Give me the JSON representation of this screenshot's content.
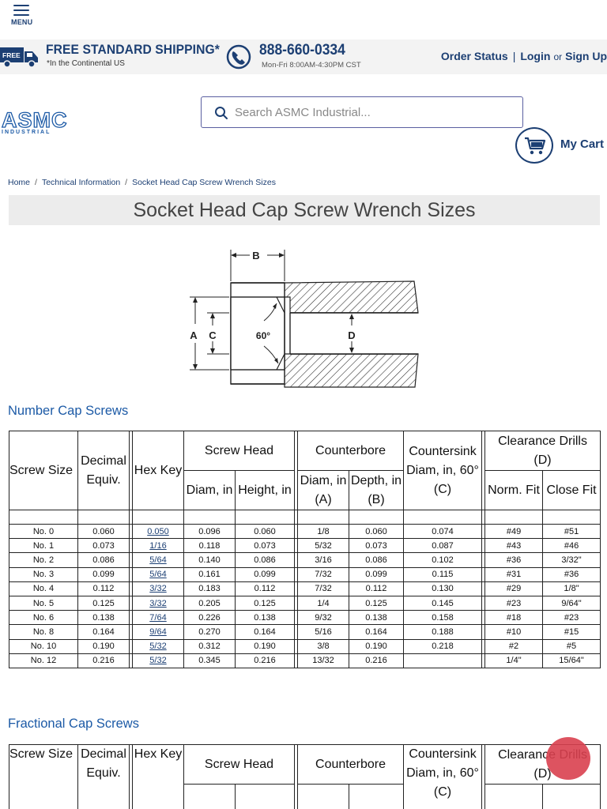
{
  "menu": {
    "label": "MENU"
  },
  "shipping": {
    "badge": "FREE",
    "title": "FREE STANDARD SHIPPING*",
    "subtitle": "*In the Continental US"
  },
  "phone": {
    "number": "888-660-0334",
    "hours": "Mon-Fri 8:00AM-4:30PM CST"
  },
  "toplinks": {
    "order_status": "Order Status",
    "separator": "|",
    "login": "Login",
    "or": "or",
    "signup": "Sign Up"
  },
  "logo": {
    "line1": "ASMC",
    "line2": "INDUSTRIAL"
  },
  "search": {
    "placeholder": "Search ASMC Industrial...",
    "value": ""
  },
  "cart": {
    "label": "My Cart"
  },
  "breadcrumb": [
    {
      "label": "Home"
    },
    {
      "label": "Technical Information"
    },
    {
      "label": "Socket Head Cap Screw Wrench Sizes"
    }
  ],
  "breadcrumb_separator": "/",
  "page_title": "Socket Head Cap Screw Wrench Sizes",
  "diagram": {
    "label_b": "B",
    "label_a": "A",
    "label_c": "C",
    "label_angle": "60°",
    "label_d": "D"
  },
  "number_section": {
    "heading": "Number Cap Screws",
    "headers": {
      "screw_size": "Screw Size",
      "decimal": [
        "Decimal",
        "Equiv."
      ],
      "hex_key": "Hex Key",
      "screw_head": "Screw Head",
      "head_diam": "Diam, in",
      "head_height": "Height, in",
      "counterbore": "Counterbore",
      "cb_diam": [
        "Diam, in",
        "(A)"
      ],
      "cb_depth": [
        "Depth, in",
        "(B)"
      ],
      "countersink": [
        "Countersink",
        "Diam, in, 60°",
        "(C)"
      ],
      "clearance": [
        "Clearance Drills",
        "(D)"
      ],
      "norm_fit": "Norm. Fit",
      "close_fit": "Close Fit"
    },
    "rows": [
      [
        "No. 0",
        "0.060",
        "0.050",
        "0.096",
        "0.060",
        "1/8",
        "0.060",
        "0.074",
        "#49",
        "#51"
      ],
      [
        "No. 1",
        "0.073",
        "1/16",
        "0.118",
        "0.073",
        "5/32",
        "0.073",
        "0.087",
        "#43",
        "#46"
      ],
      [
        "No. 2",
        "0.086",
        "5/64",
        "0.140",
        "0.086",
        "3/16",
        "0.086",
        "0.102",
        "#36",
        "3/32\""
      ],
      [
        "No. 3",
        "0.099",
        "5/64",
        "0.161",
        "0.099",
        "7/32",
        "0.099",
        "0.115",
        "#31",
        "#36"
      ],
      [
        "No. 4",
        "0.112",
        "3/32",
        "0.183",
        "0.112",
        "7/32",
        "0.112",
        "0.130",
        "#29",
        "1/8\""
      ],
      [
        "No. 5",
        "0.125",
        "3/32",
        "0.205",
        "0.125",
        "1/4",
        "0.125",
        "0.145",
        "#23",
        "9/64\""
      ],
      [
        "No. 6",
        "0.138",
        "7/64",
        "0.226",
        "0.138",
        "9/32",
        "0.138",
        "0.158",
        "#18",
        "#23"
      ],
      [
        "No. 8",
        "0.164",
        "9/64",
        "0.270",
        "0.164",
        "5/16",
        "0.164",
        "0.188",
        "#10",
        "#15"
      ],
      [
        "No. 10",
        "0.190",
        "5/32",
        "0.312",
        "0.190",
        "3/8",
        "0.190",
        "0.218",
        "#2",
        "#5"
      ],
      [
        "No. 12",
        "0.216",
        "5/32",
        "0.345",
        "0.216",
        "13/32",
        "0.216",
        "",
        "1/4\"",
        "15/64\""
      ]
    ]
  },
  "fractional_section": {
    "heading": "Fractional Cap Screws",
    "headers": {
      "screw_size": "Screw Size",
      "decimal": [
        "Decimal",
        "Equiv."
      ],
      "hex_key": "Hex Key",
      "screw_head": "Screw Head",
      "counterbore": "Counterbore",
      "countersink": [
        "Countersink",
        "Diam, in, 60°",
        "(C)"
      ],
      "clearance": [
        "Clearance Drills",
        "(D)"
      ]
    }
  },
  "colors": {
    "brand_navy": "#1c3f73",
    "brand_blue": "#1c5aa6",
    "chat_red": "#d9404f"
  }
}
